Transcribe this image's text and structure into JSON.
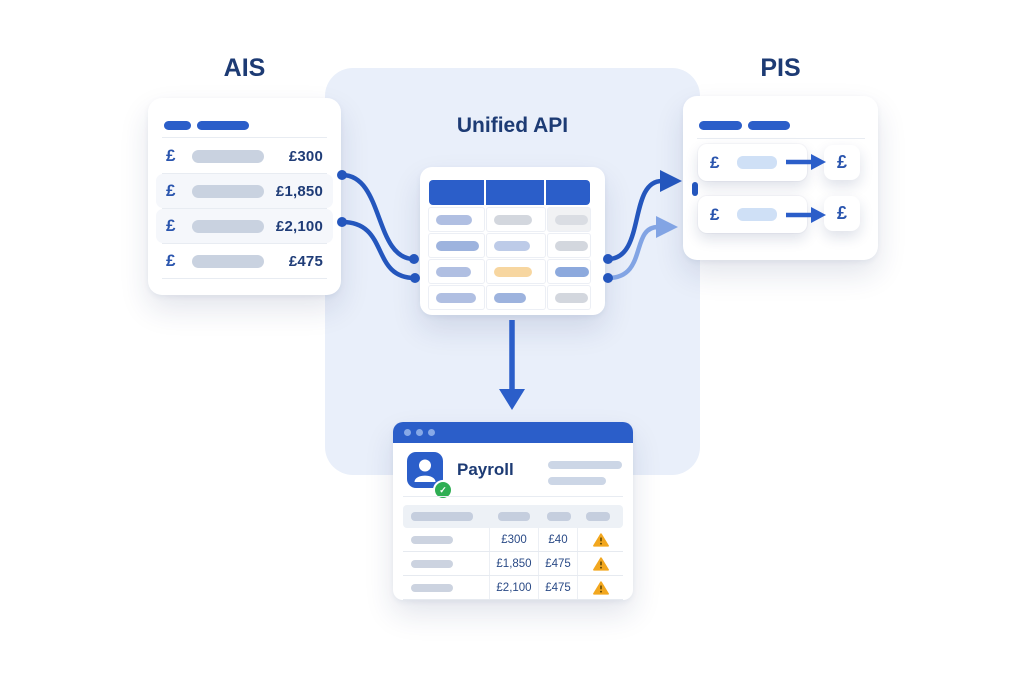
{
  "palette": {
    "accent_blue": "#2b5ec9",
    "navy_text": "#1d3b74",
    "panel_blue": "#e9effa",
    "connector_dark": "#2456bd",
    "connector_light": "#82a4e4",
    "orange_pill": "#f7d6a0",
    "warning_orange": "#f2a71f",
    "success_green": "#2fae53"
  },
  "ais": {
    "title": "AIS",
    "rows": [
      {
        "currency": "£",
        "amount": "£300"
      },
      {
        "currency": "£",
        "amount": "£1,850"
      },
      {
        "currency": "£",
        "amount": "£2,100"
      },
      {
        "currency": "£",
        "amount": "£475"
      }
    ]
  },
  "unified_api": {
    "title": "Unified API"
  },
  "pis": {
    "title": "PIS",
    "rows": [
      {
        "source_currency": "£",
        "target_currency": "£"
      },
      {
        "source_currency": "£",
        "target_currency": "£"
      }
    ]
  },
  "payroll": {
    "title": "Payroll",
    "check_label": "✓",
    "table": {
      "rows": [
        {
          "gross": "£300",
          "tax": "£40"
        },
        {
          "gross": "£1,850",
          "tax": "£475"
        },
        {
          "gross": "£2,100",
          "tax": "£475"
        }
      ]
    }
  }
}
